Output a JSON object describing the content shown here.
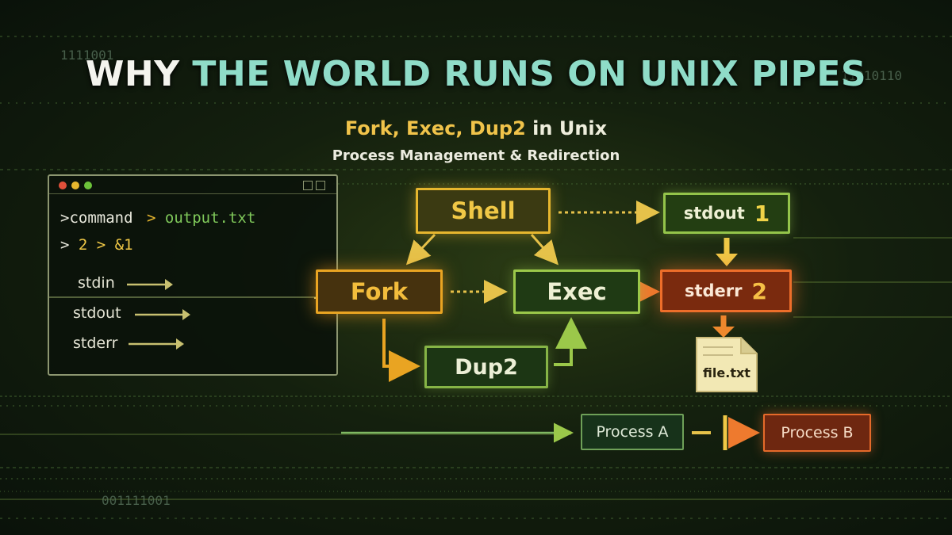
{
  "title": {
    "part1": "WHY",
    "part2": "THE WORLD RUNS ON UNIX PIPES"
  },
  "binary": {
    "top_left": "1111001",
    "top_right": "11010110",
    "bottom_left": "001111001"
  },
  "subtitle": {
    "highlight": "Fork, Exec, Dup2",
    "rest": "in Unix"
  },
  "subtitle2": "Process Management & Redirection",
  "terminal": {
    "line1": {
      "prompt": ">",
      "command": "command",
      "redirect": ">",
      "target": "output.txt"
    },
    "line2": {
      "prompt": ">",
      "text": "2 > &1"
    },
    "streams": [
      "stdin",
      "stdout",
      "stderr"
    ]
  },
  "nodes": {
    "shell": "Shell",
    "fork": "Fork",
    "exec": "Exec",
    "dup2": "Dup2",
    "stdout": {
      "label": "stdout",
      "num": "1"
    },
    "stderr": {
      "label": "stderr",
      "num": "2"
    },
    "file": "file.txt",
    "process_a": "Process A",
    "process_b": "Process B"
  },
  "colors": {
    "accent_orange": "#e9a422",
    "accent_green": "#9bc84a",
    "accent_red": "#ee6e2a",
    "title_teal": "#8fdcc8"
  }
}
